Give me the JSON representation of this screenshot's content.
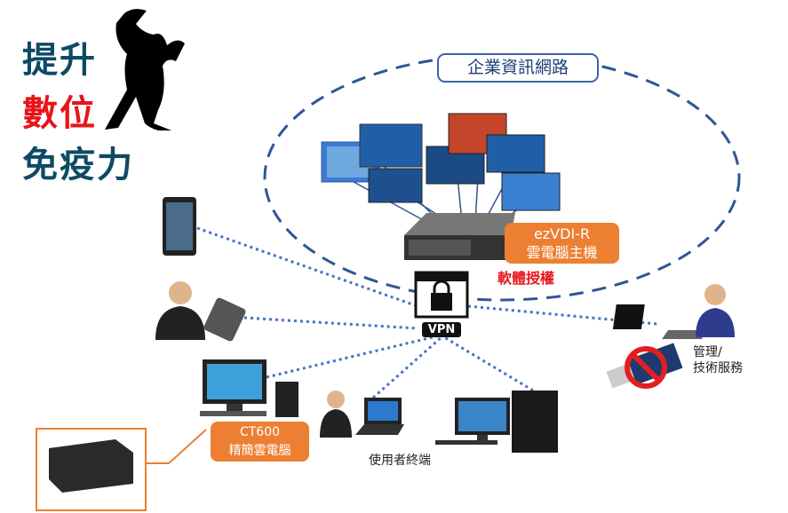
{
  "logo": {
    "line1": "提升",
    "line2": "數位",
    "line3": "免疫力"
  },
  "network_label": "企業資訊網路",
  "server": {
    "name": "ezVDI-R",
    "subtitle": "雲電腦主機",
    "license": "軟體授權"
  },
  "vpn": {
    "label": "VPN"
  },
  "thin_client": {
    "name": "CT600",
    "subtitle": "精簡雲電腦"
  },
  "user_terminal_label": "使用者終端",
  "admin": {
    "line1": "管理/",
    "line2": "技術服務"
  },
  "colors": {
    "accent_orange": "#ec7f32",
    "network_blue": "#2f5597",
    "dots_blue": "#4472c4",
    "red": "#e8141b",
    "teal": "#0e4a63"
  }
}
